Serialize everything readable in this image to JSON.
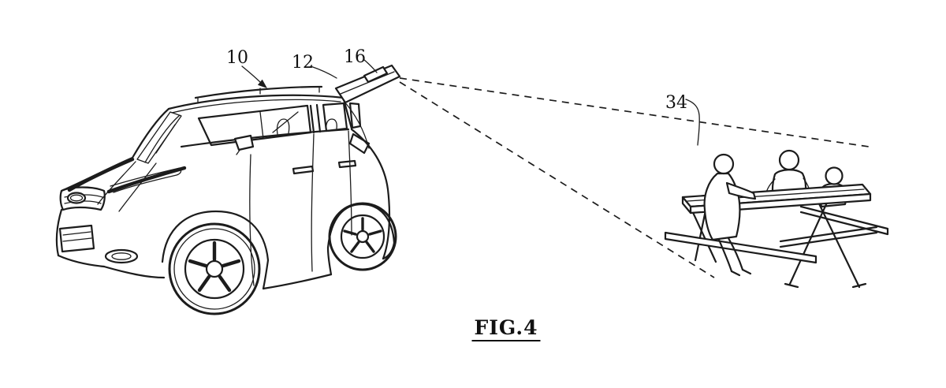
{
  "figure": {
    "caption": "FIG.4",
    "reference_labels": [
      {
        "id": "vehicle",
        "text": "10"
      },
      {
        "id": "liftgate",
        "text": "12"
      },
      {
        "id": "projector",
        "text": "16"
      },
      {
        "id": "scene",
        "text": "34"
      }
    ]
  },
  "colors": {
    "ink": "#1c1c1c",
    "background": "#ffffff"
  }
}
